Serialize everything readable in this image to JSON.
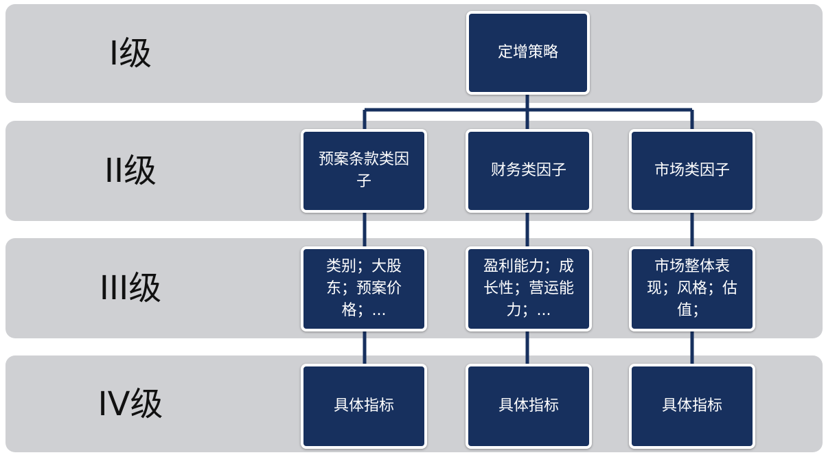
{
  "levels": {
    "l1": "I级",
    "l2": "II级",
    "l3": "III级",
    "l4": "IV级"
  },
  "nodes": {
    "root": "定增策略",
    "factor_plan": "预案条款类因子",
    "factor_finance": "财务类因子",
    "factor_market": "市场类因子",
    "sub_plan": "类别；大股东；预案价格；...",
    "sub_finance": "盈利能力；成长性；营运能力；...",
    "sub_market": "市场整体表现；风格；估值；",
    "indicator_plan": "具体指标",
    "indicator_finance": "具体指标",
    "indicator_market": "具体指标"
  },
  "colors": {
    "band": "#cfd0d3",
    "node_fill": "#17305e",
    "node_border": "#ffffff",
    "connector": "#17305e"
  }
}
